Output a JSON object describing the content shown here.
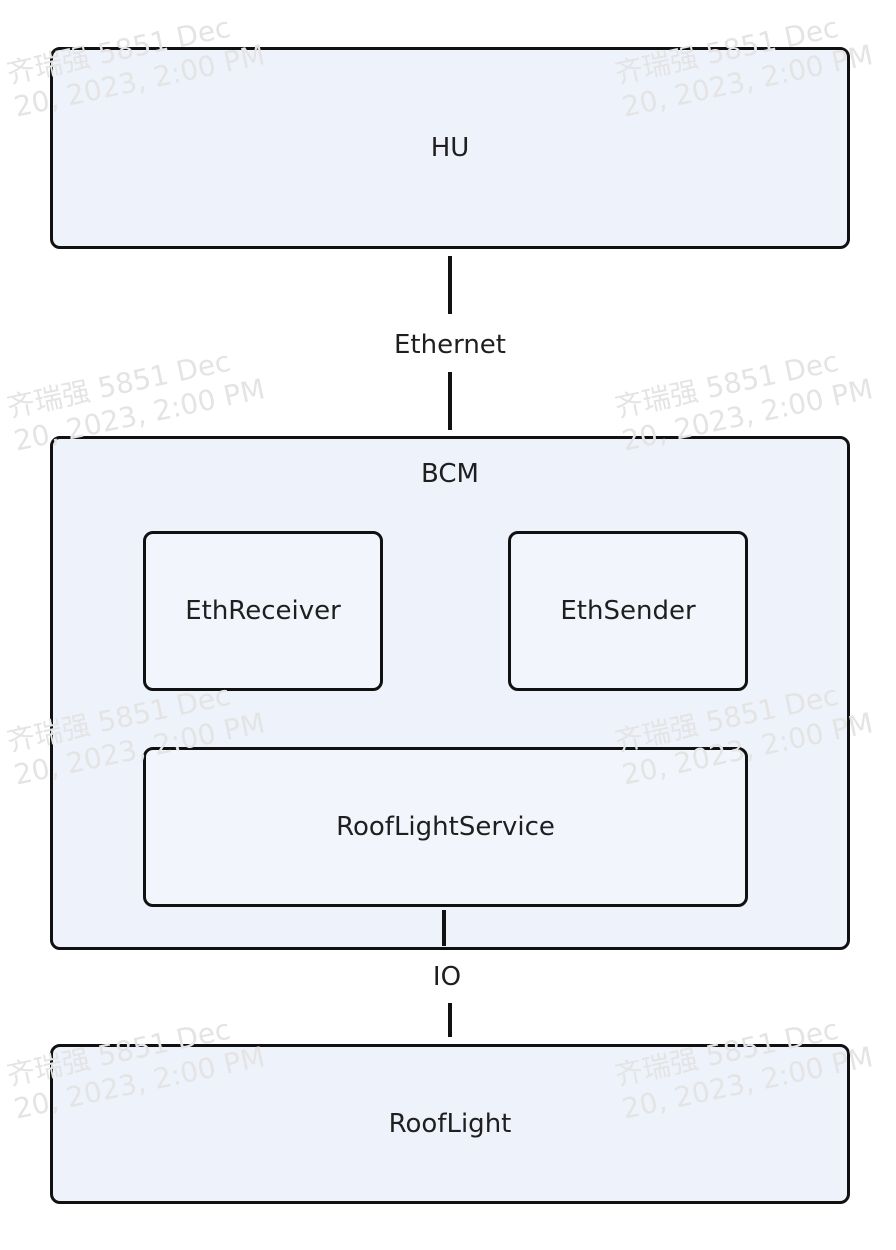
{
  "nodes": {
    "hu": {
      "label": "HU"
    },
    "bcm": {
      "label": "BCM"
    },
    "eth_receiver": {
      "label": "EthReceiver"
    },
    "eth_sender": {
      "label": "EthSender"
    },
    "roof_light_service": {
      "label": "RoofLightService"
    },
    "roof_light": {
      "label": "RoofLight"
    }
  },
  "edges": {
    "hu_bcm": {
      "label": "Ethernet"
    },
    "bcm_rooflight": {
      "label": "IO"
    }
  },
  "watermark": {
    "text": "齐瑞强 5851 Dec\n20, 2023, 2:00 PM"
  },
  "colors": {
    "box_fill": "#eef2fb",
    "border": "#111111",
    "watermark": "#e4e4e4"
  }
}
